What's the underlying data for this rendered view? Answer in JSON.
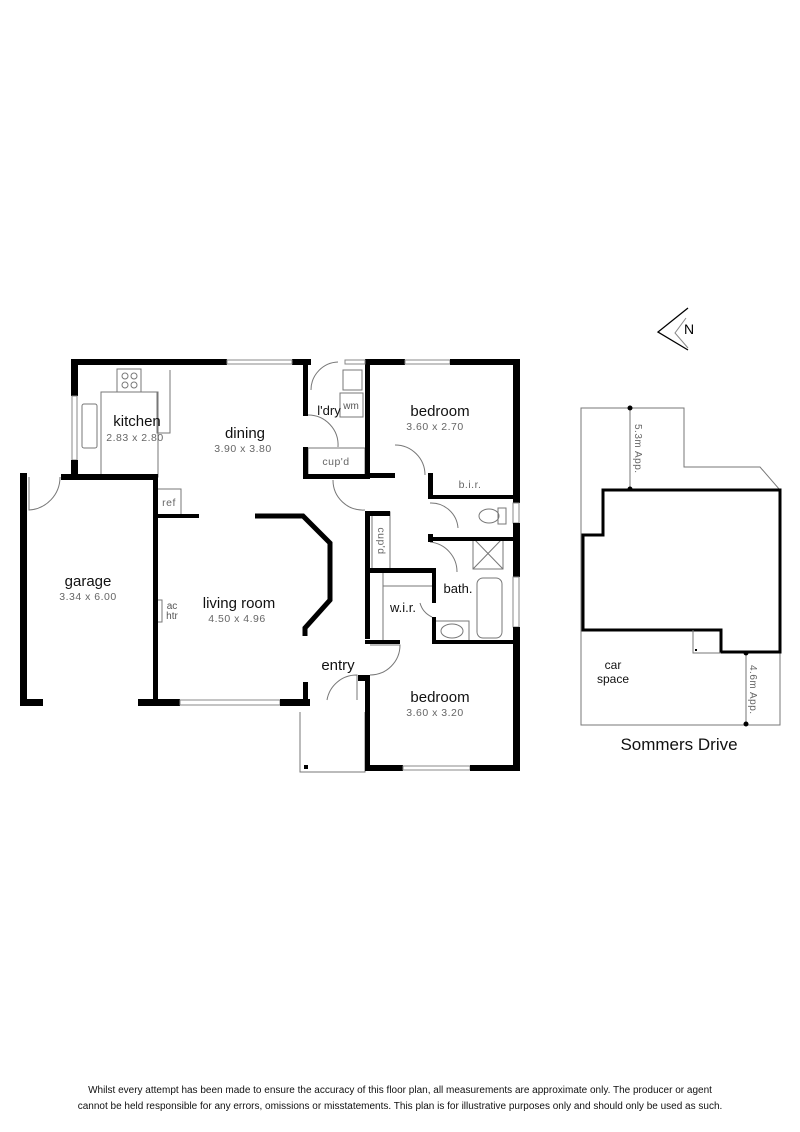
{
  "rooms": {
    "kitchen": {
      "label": "kitchen",
      "size": "2.83  x  2.80"
    },
    "dining": {
      "label": "dining",
      "size": "3.90  x  3.80"
    },
    "laundry": {
      "label": "l'dry"
    },
    "wm": {
      "label": "wm"
    },
    "cupd1": {
      "label": "cup'd"
    },
    "bedroom1": {
      "label": "bedroom",
      "size": "3.60  x  2.70"
    },
    "bir": {
      "label": "b.i.r."
    },
    "ref": {
      "label": "ref"
    },
    "cupd2": {
      "label": "cup'd"
    },
    "garage": {
      "label": "garage",
      "size": "3.34  x  6.00"
    },
    "living": {
      "label": "living room",
      "size": "4.50  x  4.96"
    },
    "ac": {
      "label": "ac"
    },
    "htr": {
      "label": "htr"
    },
    "bath": {
      "label": "bath."
    },
    "wir": {
      "label": "w.i.r."
    },
    "entry": {
      "label": "entry"
    },
    "bedroom2": {
      "label": "bedroom",
      "size": "3.60  x  3.20"
    }
  },
  "site": {
    "north": "N",
    "dim_top": "5.3m  App.",
    "dim_bottom": "4.6m  App.",
    "car_space_1": "car",
    "car_space_2": "space",
    "street": "Sommers Drive"
  },
  "disclaimer": {
    "line1": "Whilst every attempt has been made to ensure the accuracy of this floor plan, all measurements are approximate only. The producer or agent",
    "line2": "cannot be held responsible for any errors, omissions or misstatements. This plan is for illustrative purposes only and should only be used as such."
  }
}
